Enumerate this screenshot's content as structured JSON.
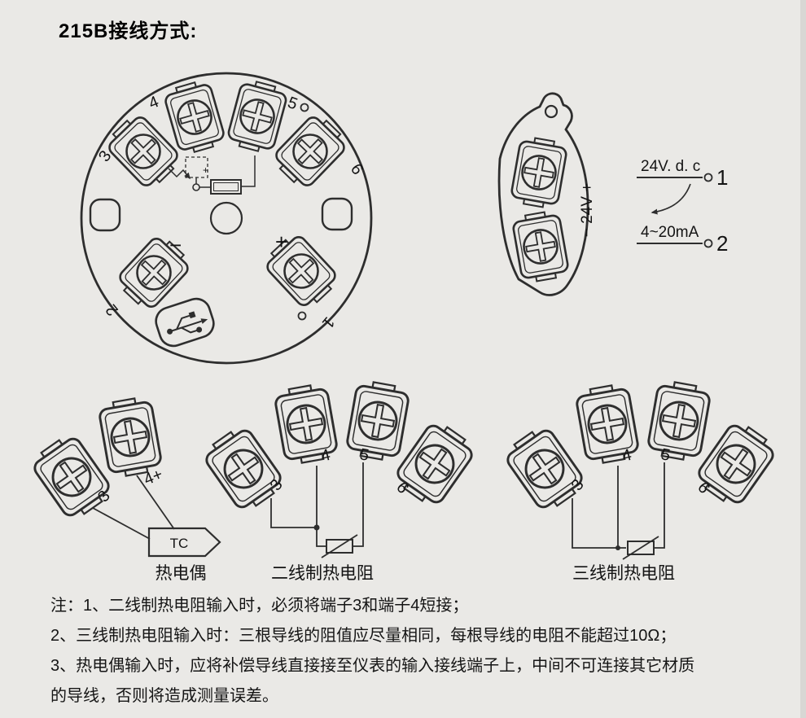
{
  "page": {
    "title": "215B接线方式:"
  },
  "head_top_view": {
    "labels": {
      "t3": "3",
      "t4": "4",
      "t5": "5",
      "t6": "6",
      "t1": "1",
      "t2": "2"
    },
    "minus": "−",
    "plus": "+",
    "trim_plus": "+"
  },
  "head_side_view": {
    "polarity_label": "− 24V +"
  },
  "power_schematic": {
    "supply_label": "24V. d. c",
    "terminal_1": "1",
    "signal_label": "4~20mA",
    "terminal_2": "2"
  },
  "thermocouple": {
    "label_3": "3",
    "label_4": "4+",
    "sensor_label": "TC",
    "caption": "热电偶"
  },
  "rtd_two_wire": {
    "labels": {
      "t3": "3",
      "t4": "4",
      "t5": "5",
      "t6": "6"
    },
    "caption": "二线制热电阻"
  },
  "rtd_three_wire": {
    "labels": {
      "t3": "3",
      "t4": "4",
      "t5": "5",
      "t6": "6"
    },
    "caption": "三线制热电阻"
  },
  "notes": {
    "line1": "注：1、二线制热电阻输入时，必须将端子3和端子4短接；",
    "line2": "2、三线制热电阻输入时：三根导线的阻值应尽量相同，每根导线的电阻不能超过10Ω；",
    "line3": "3、热电偶输入时，应将补偿导线直接接至仪表的输入接线端子上，中间不可连接其它材质",
    "line4": "的导线，否则将造成测量误差。"
  }
}
